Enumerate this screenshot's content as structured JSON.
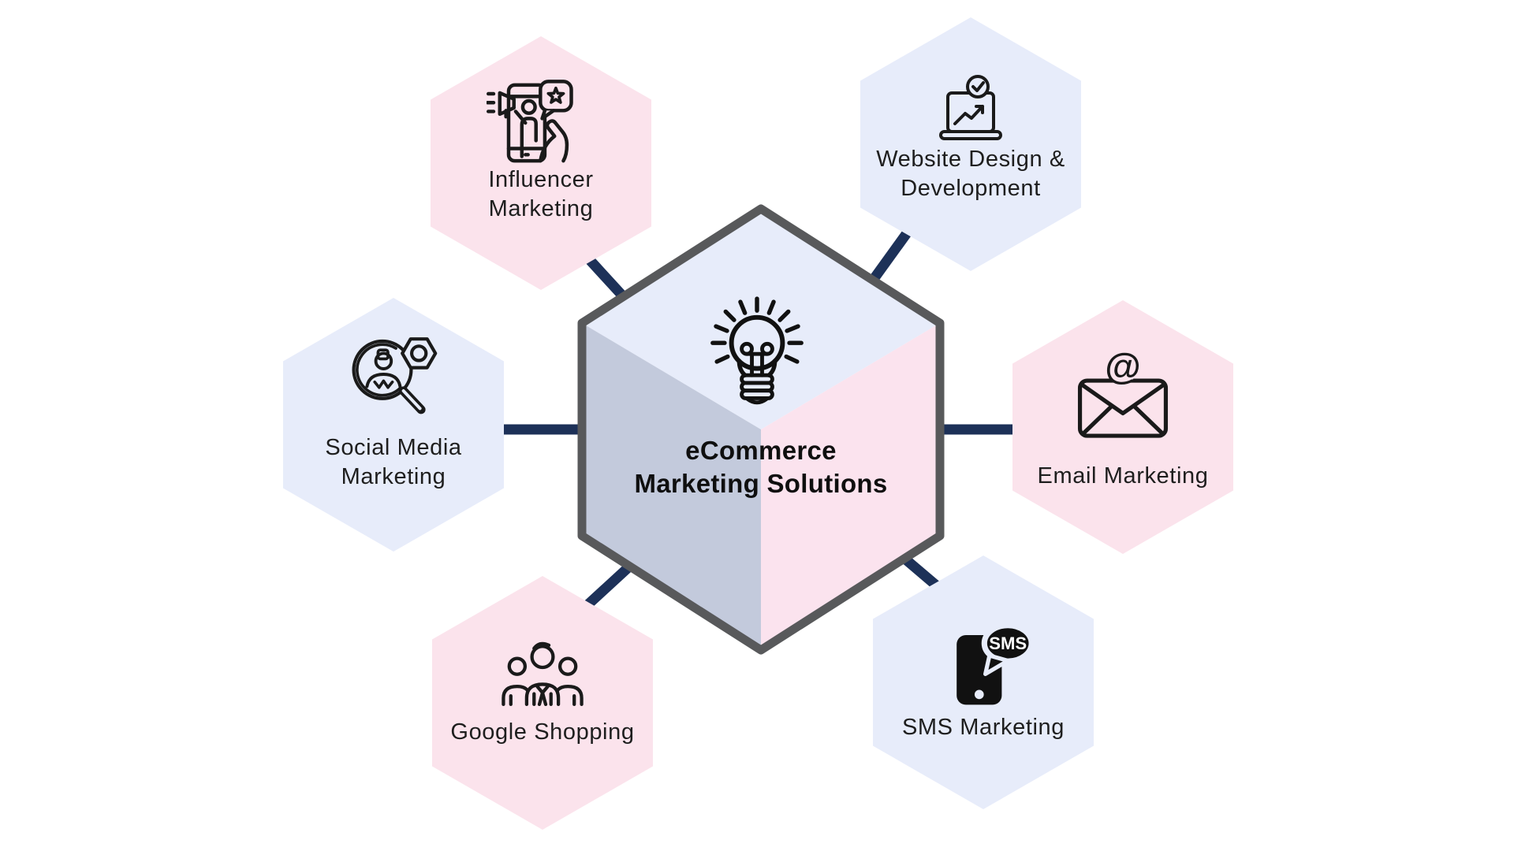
{
  "diagram": {
    "title_line1": "eCommerce",
    "title_line2": "Marketing Solutions",
    "center_icon": "lightbulb-idea-icon"
  },
  "colors": {
    "pink": "#fbe3ec",
    "lavender": "#e7ecfa",
    "cube_top": "#e7ecfa",
    "cube_left": "#c3cadc",
    "cube_right": "#fbe3ee",
    "cube_border": "#58595b",
    "connector": "#1d3158",
    "icon_ink": "#1a1a1a",
    "label_ink": "#1e1e1e",
    "bubble_ink": "#111111",
    "bubble_text_color": "#ffffff"
  },
  "nodes": [
    {
      "id": "influencer-marketing",
      "label_lines": [
        "Influencer",
        "Marketing"
      ],
      "icon": "influencer-marketing-icon",
      "fill": "pink"
    },
    {
      "id": "website-design-development",
      "label_lines": [
        "Website Design &",
        "Development"
      ],
      "icon": "website-development-icon",
      "fill": "lavender"
    },
    {
      "id": "social-media-marketing",
      "label_lines": [
        "Social Media",
        "Marketing"
      ],
      "icon": "social-media-search-icon",
      "fill": "lavender"
    },
    {
      "id": "email-marketing",
      "label_lines": [
        "Email Marketing"
      ],
      "icon": "email-at-icon",
      "fill": "pink"
    },
    {
      "id": "google-shopping",
      "label_lines": [
        "Google Shopping"
      ],
      "icon": "shoppers-group-icon",
      "fill": "pink"
    },
    {
      "id": "sms-marketing",
      "label_lines": [
        "SMS Marketing"
      ],
      "icon": "sms-phone-icon",
      "fill": "lavender",
      "bubble_text": "SMS"
    }
  ]
}
